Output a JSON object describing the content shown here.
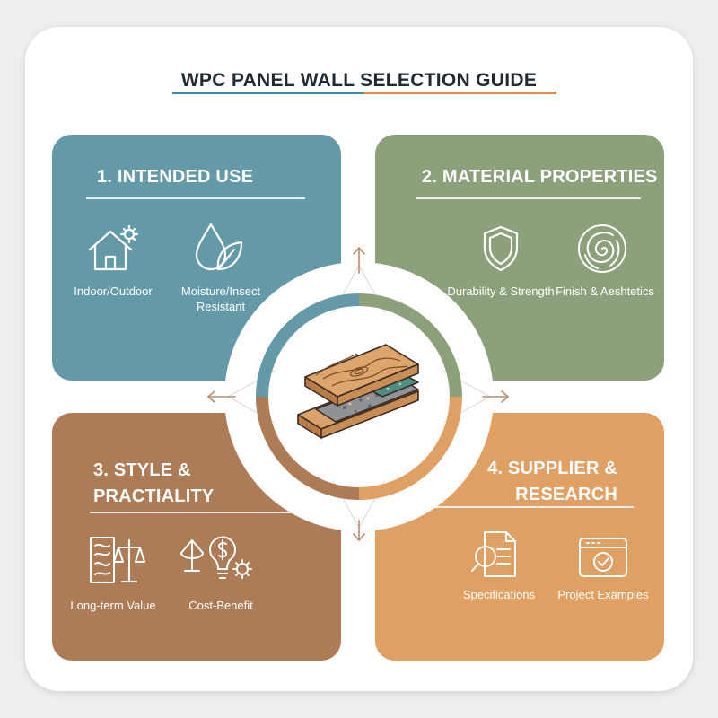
{
  "title": "WPC PANEL WALL SELECTION GUIDE",
  "colors": {
    "intended_use": "#6499a7",
    "material_properties": "#8ba07b",
    "style_practicality": "#ad7c56",
    "supplier_research": "#e09f63",
    "title_rule_left": "#3f8aa0",
    "title_rule_right": "#e0894a"
  },
  "quadrants": [
    {
      "heading_line1": "1. INTENDED USE",
      "heading_line2": "",
      "items": [
        {
          "label": "Indoor/Outdoor",
          "icon": "house-sun-icon"
        },
        {
          "label": "Moisture/Insect Resistant",
          "icon": "water-drop-leaf-icon"
        }
      ]
    },
    {
      "heading_line1": "2. MATERIAL PROPERTIES",
      "heading_line2": "",
      "items": [
        {
          "label": "Durability & Strength",
          "icon": "shield-icon"
        },
        {
          "label": "Finish & Aeshtetics",
          "icon": "wood-grain-swirl-icon"
        }
      ]
    },
    {
      "heading_line1": "3. STYLE &",
      "heading_line2": "PRACTIALITY",
      "items": [
        {
          "label": "Long-term Value",
          "icon": "panel-scale-icon"
        },
        {
          "label": "Cost-Benefit",
          "icon": "dollar-bulb-gear-icon"
        }
      ]
    },
    {
      "heading_line1": "4. SUPPLIER &",
      "heading_line2": "RESEARCH",
      "items": [
        {
          "label": "Specifications",
          "icon": "document-magnifier-icon"
        },
        {
          "label": "Project Examples",
          "icon": "calendar-check-icon"
        }
      ]
    }
  ],
  "center_icon": "wpc-board-layers-icon"
}
